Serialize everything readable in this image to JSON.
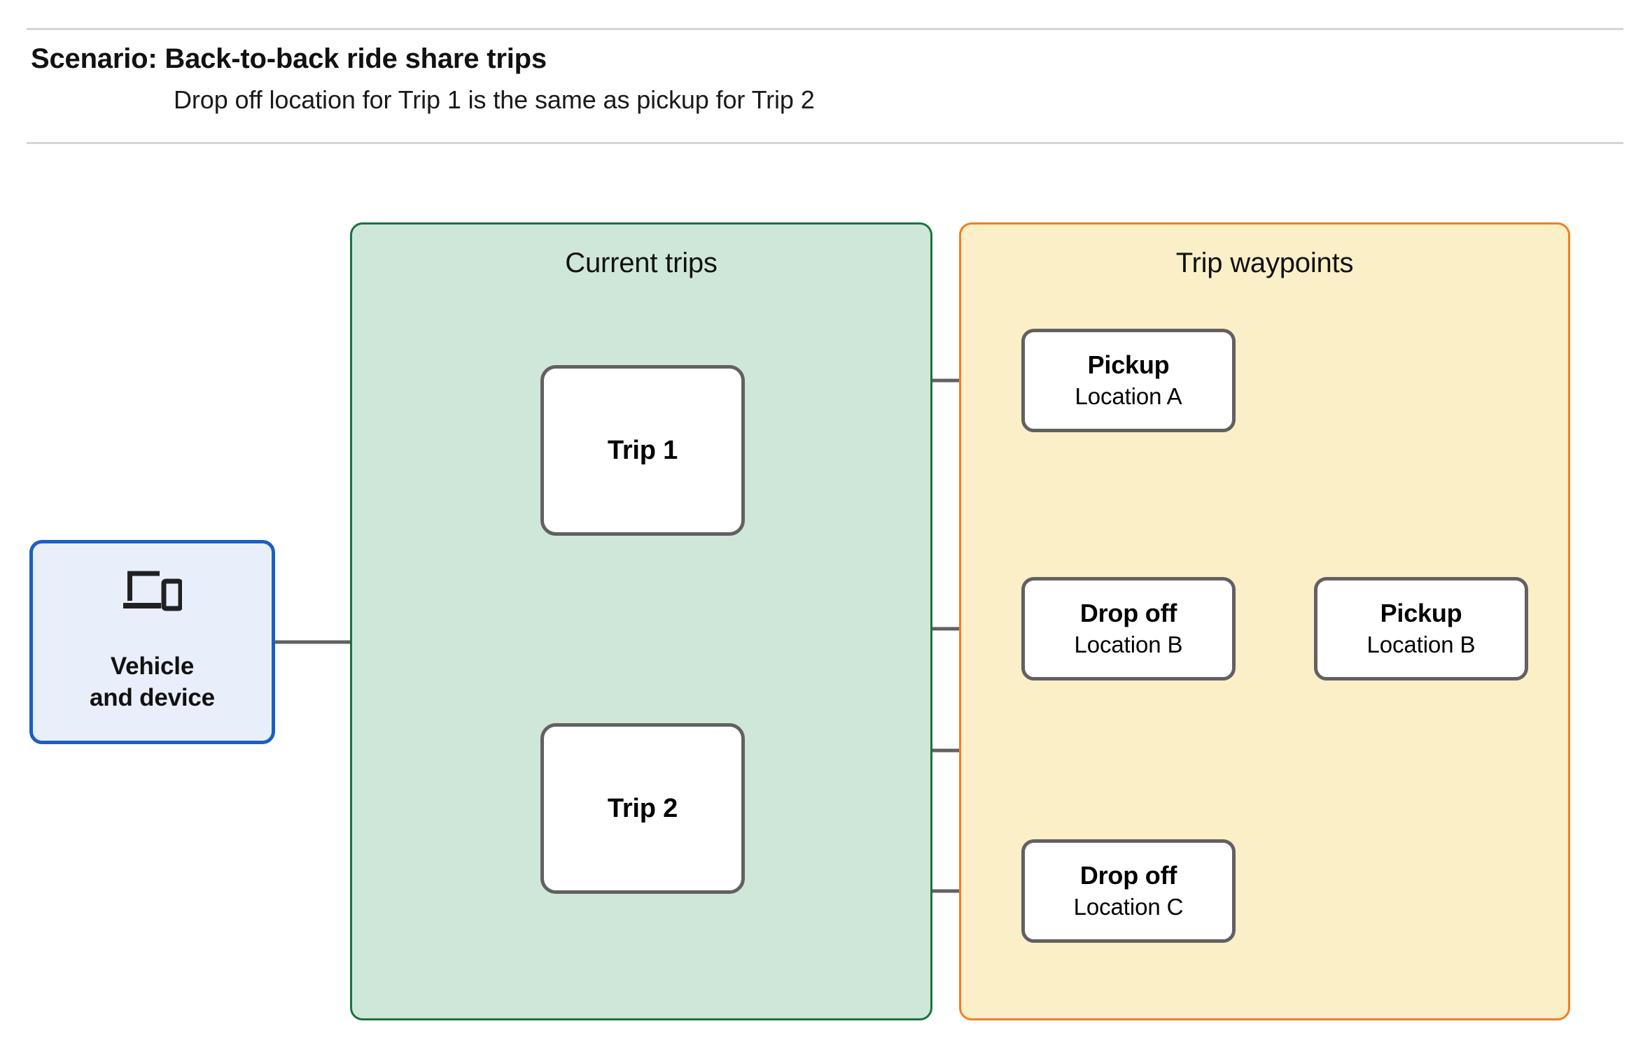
{
  "header": {
    "title": "Scenario: Back-to-back ride share trips",
    "subtitle": "Drop off  location for Trip 1 is the same as pickup for Trip 2"
  },
  "colors": {
    "current_trips_fill": "#CFE7D8",
    "current_trips_border": "#1A7340",
    "trip_waypoints_fill": "#FBEFC7",
    "trip_waypoints_border": "#EF8022",
    "vehicle_fill": "#E8EFFB",
    "vehicle_border": "#1A5FC4",
    "node_border": "#616161",
    "connector": "#616161",
    "rule": "#D5D5D5"
  },
  "source_node": {
    "icon": "devices-icon",
    "label": "Vehicle\nand device"
  },
  "groups": [
    {
      "id": "current-trips",
      "title": "Current trips",
      "nodes": [
        {
          "id": "trip-1",
          "title": "Trip 1"
        },
        {
          "id": "trip-2",
          "title": "Trip 2"
        }
      ]
    },
    {
      "id": "trip-waypoints",
      "title": "Trip waypoints",
      "nodes": [
        {
          "id": "pickup-a",
          "title": "Pickup",
          "subtitle": "Location A"
        },
        {
          "id": "dropoff-b",
          "title": "Drop off",
          "subtitle": "Location B"
        },
        {
          "id": "pickup-b",
          "title": "Pickup",
          "subtitle": "Location B"
        },
        {
          "id": "dropoff-c",
          "title": "Drop off",
          "subtitle": "Location C"
        }
      ]
    }
  ],
  "connections": [
    {
      "from": "vehicle-and-device",
      "to": "trip-1"
    },
    {
      "from": "vehicle-and-device",
      "to": "trip-2"
    },
    {
      "from": "trip-1",
      "to": "pickup-a"
    },
    {
      "from": "trip-1",
      "to": "dropoff-b"
    },
    {
      "from": "trip-2",
      "to": "pickup-b"
    },
    {
      "from": "trip-2",
      "to": "dropoff-c"
    }
  ]
}
